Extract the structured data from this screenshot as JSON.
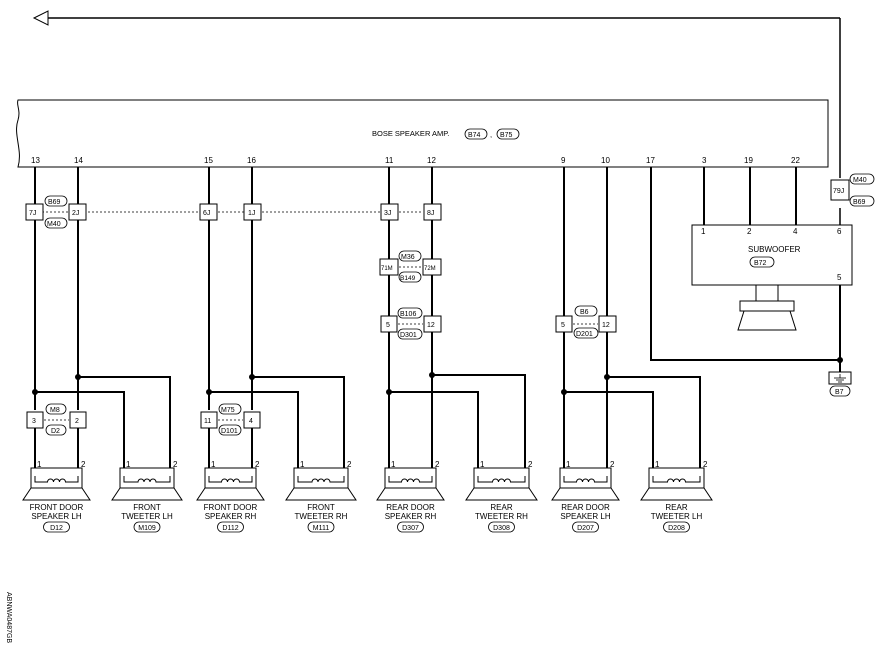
{
  "amp": {
    "title": "BOSE SPEAKER AMP.",
    "conn_a": "B74",
    "sep": ",",
    "conn_b": "B75",
    "pins": [
      "13",
      "14",
      "15",
      "16",
      "11",
      "12",
      "9",
      "10",
      "17",
      "3",
      "19",
      "22"
    ]
  },
  "jcon": {
    "g1": {
      "a": "7J",
      "b": "2J",
      "top": "B69",
      "bottom": "M40"
    },
    "g2": {
      "a": "6J",
      "b": "1J"
    },
    "g3": {
      "a": "3J",
      "b": "8J"
    },
    "g4": {
      "a": "71M",
      "b": "72M",
      "top": "M36",
      "bottom": "B149"
    },
    "g5": {
      "a": "5",
      "b": "12",
      "top": "B106",
      "bottom": "D301"
    },
    "g6": {
      "a": "5",
      "b": "12",
      "top": "B6",
      "bottom": "D201"
    },
    "g7": {
      "a": "3",
      "b": "2",
      "top": "M8",
      "bottom": "D2"
    },
    "g8": {
      "a": "11",
      "b": "4",
      "top": "M75",
      "bottom": "D101"
    },
    "right": {
      "pin": "79J",
      "top": "M40",
      "bottom": "B69"
    }
  },
  "subwoofer": {
    "name": "SUBWOOFER",
    "conn": "B72",
    "pins": [
      "1",
      "2",
      "4",
      "6",
      "5"
    ]
  },
  "ground": {
    "conn": "B7"
  },
  "speakers": [
    {
      "line1": "FRONT DOOR",
      "line2": "SPEAKER LH",
      "conn": "D12",
      "p1": "1",
      "p2": "2"
    },
    {
      "line1": "FRONT",
      "line2": "TWEETER LH",
      "conn": "M109",
      "p1": "1",
      "p2": "2"
    },
    {
      "line1": "FRONT DOOR",
      "line2": "SPEAKER RH",
      "conn": "D112",
      "p1": "1",
      "p2": "2"
    },
    {
      "line1": "FRONT",
      "line2": "TWEETER RH",
      "conn": "M111",
      "p1": "1",
      "p2": "2"
    },
    {
      "line1": "REAR DOOR",
      "line2": "SPEAKER RH",
      "conn": "D307",
      "p1": "1",
      "p2": "2"
    },
    {
      "line1": "REAR",
      "line2": "TWEETER RH",
      "conn": "D308",
      "p1": "1",
      "p2": "2"
    },
    {
      "line1": "REAR DOOR",
      "line2": "SPEAKER LH",
      "conn": "D207",
      "p1": "1",
      "p2": "2"
    },
    {
      "line1": "REAR",
      "line2": "TWEETER LH",
      "conn": "D208",
      "p1": "1",
      "p2": "2"
    }
  ],
  "side_code": "ABNWA0487GB"
}
